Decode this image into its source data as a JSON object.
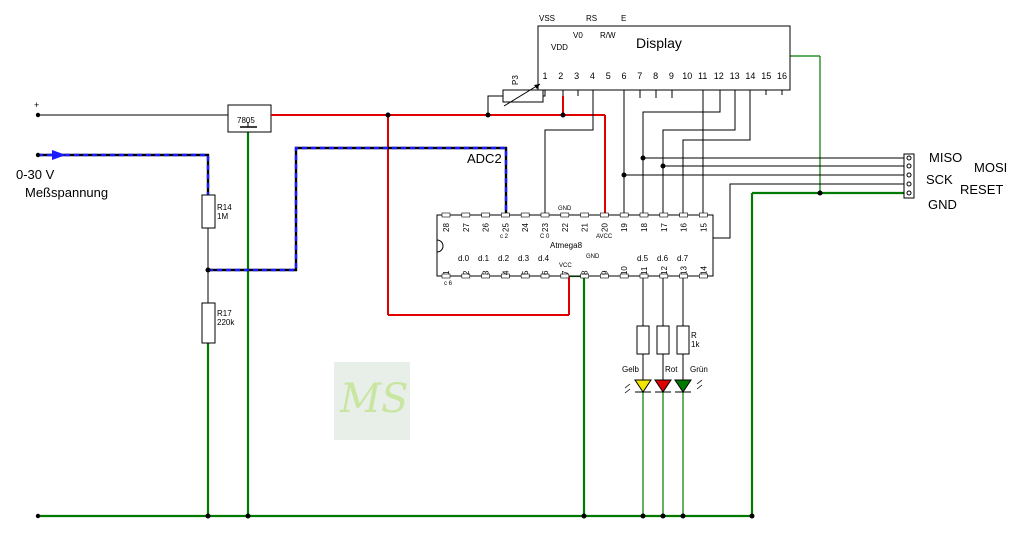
{
  "colors": {
    "wire": "#000000",
    "power": "#e00000",
    "ground": "#007a00",
    "signal_dash": "#1a1aff",
    "led_yellow": "#f2e600",
    "led_red": "#e00000",
    "led_green": "#007a00",
    "watermark_bg": "#e8eee8",
    "watermark_fg": "#c8e6a0"
  },
  "display": {
    "title": "Display",
    "pin_names_top": [
      "VSS",
      "RS",
      "E"
    ],
    "pin_names_mid": [
      "V0",
      "R/W"
    ],
    "pin_name_vdd": "VDD",
    "pins": [
      "1",
      "2",
      "3",
      "4",
      "5",
      "6",
      "7",
      "8",
      "9",
      "10",
      "11",
      "12",
      "13",
      "14",
      "15",
      "16"
    ]
  },
  "regulator": {
    "label": "7805"
  },
  "supply": {
    "plus": "+"
  },
  "input": {
    "range": "0-30 V",
    "label": "Meßspannung"
  },
  "resistors": {
    "r14": {
      "name": "R14",
      "value": "1M"
    },
    "r17": {
      "name": "R17",
      "value": "220k"
    },
    "r_led": {
      "name": "R",
      "value": "1k"
    }
  },
  "pot": {
    "name": "P3"
  },
  "net_labels": {
    "adc2": "ADC2"
  },
  "mcu": {
    "name": "Atmega8",
    "top_pins": [
      "28",
      "27",
      "26",
      "25",
      "24",
      "23",
      "22",
      "21",
      "20",
      "19",
      "18",
      "17",
      "16",
      "15"
    ],
    "bottom_pins": [
      "1",
      "2",
      "3",
      "4",
      "5",
      "6",
      "7",
      "8",
      "9",
      "10",
      "11",
      "12",
      "13",
      "14"
    ],
    "top_labels": {
      "c2": "c 2",
      "c0": "C 0",
      "avcc": "AVCC",
      "gnd": "GND"
    },
    "bottom_labels": [
      "d.0",
      "d.1",
      "d.2",
      "d.3",
      "d.4",
      "VCC",
      "GND",
      "d.5",
      "d.6",
      "d.7"
    ],
    "c6": "c 6"
  },
  "isp": {
    "labels": [
      "MISO",
      "MOSI",
      "SCK",
      "RESET",
      "GND"
    ]
  },
  "leds": [
    "Gelb",
    "Rot",
    "Grün"
  ],
  "watermark": "MS"
}
